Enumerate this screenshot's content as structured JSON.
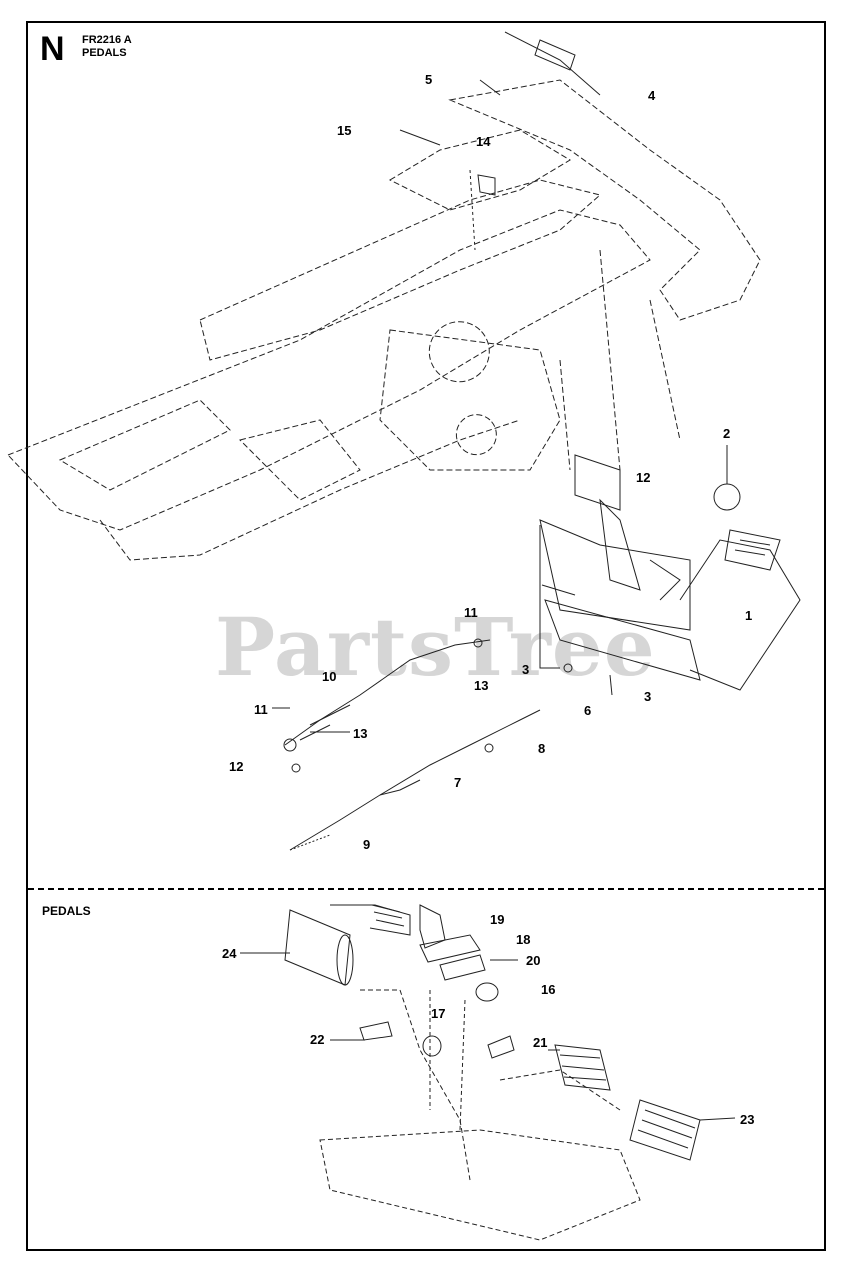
{
  "header": {
    "section_letter": "N",
    "model": "FR2216 A",
    "title": "PEDALS"
  },
  "lower_section": {
    "title": "PEDALS"
  },
  "watermark": "PartsTree",
  "callouts": {
    "c1": "1",
    "c2": "2",
    "c3a": "3",
    "c3b": "3",
    "c4": "4",
    "c5": "5",
    "c6": "6",
    "c7": "7",
    "c8": "8",
    "c9": "9",
    "c10": "10",
    "c11a": "11",
    "c11b": "11",
    "c12a": "12",
    "c12b": "12",
    "c13a": "13",
    "c13b": "13",
    "c14": "14",
    "c15": "15",
    "c16": "16",
    "c17": "17",
    "c18": "18",
    "c19": "19",
    "c20": "20",
    "c21": "21",
    "c22": "22",
    "c23": "23",
    "c24": "24"
  }
}
